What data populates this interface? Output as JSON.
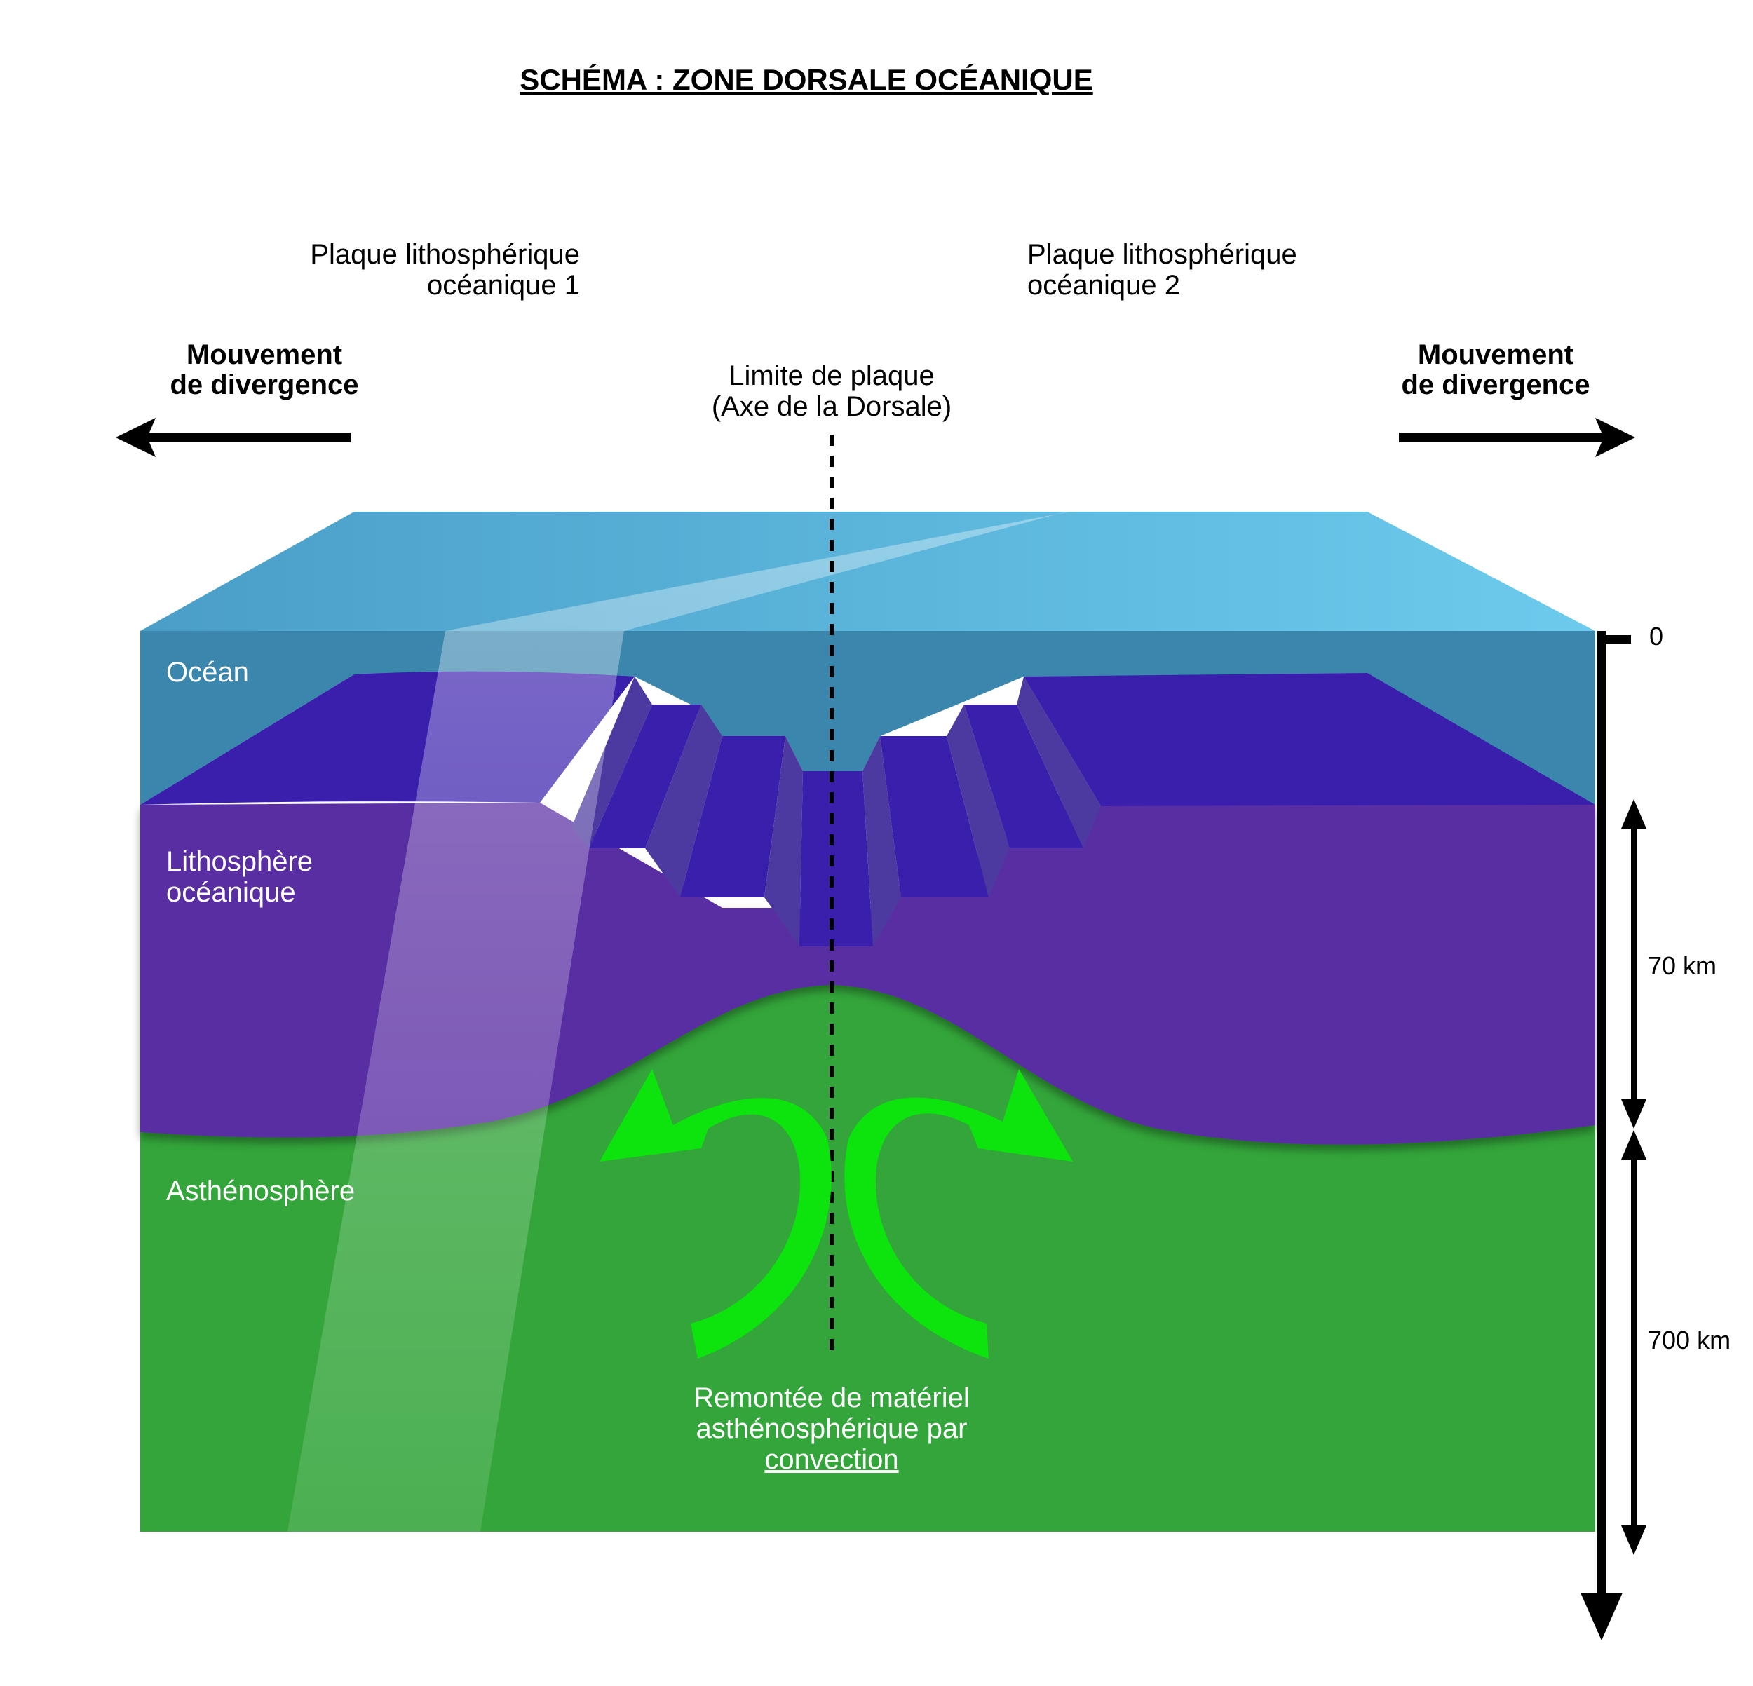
{
  "title": "SCHÉMA : ZONE DORSALE OCÉANIQUE",
  "plates": {
    "plate1_line1": "Plaque lithosphérique",
    "plate1_line2": "océanique 1",
    "plate2_line1": "Plaque lithosphérique",
    "plate2_line2": "océanique 2"
  },
  "movement": {
    "left_line1": "Mouvement",
    "left_line2": "de divergence",
    "right_line1": "Mouvement",
    "right_line2": "de divergence"
  },
  "boundary": {
    "line1": "Limite de plaque",
    "line2": "(Axe de la Dorsale)"
  },
  "layers": {
    "ocean": "Océan",
    "lithosphere_line1": "Lithosphère",
    "lithosphere_line2": "océanique",
    "asthenosphere": "Asthénosphère"
  },
  "convection": {
    "line1": "Remontée de matériel",
    "line2": "asthénosphérique par",
    "line3": "convection"
  },
  "scale": {
    "zero": "0",
    "lithosphere_depth": "70 km",
    "asthenosphere_depth": "700 km"
  },
  "colors": {
    "ocean": "#3b86ad",
    "ocean_top": "#5bb6dc",
    "lithosphere": "#5a2fa3",
    "crust": "#3a1fad",
    "asthenosphere": "#33a53a",
    "convection_arrows": "#0de30d"
  }
}
